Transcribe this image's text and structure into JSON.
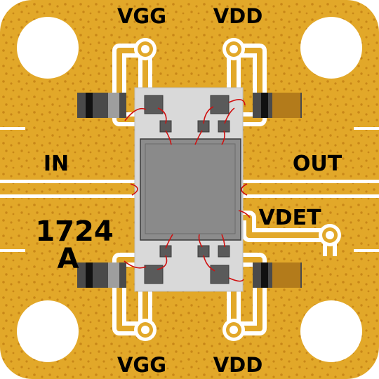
{
  "labels": {
    "vgg_top": "VGG",
    "vdd_top": "VDD",
    "vgg_bottom": "VGG",
    "vdd_bottom": "VDD",
    "in": "IN",
    "out": "OUT",
    "vdet": "VDET",
    "part_number": "1724",
    "revision": "A"
  },
  "colors": {
    "gold": "#E2A829",
    "dot": "#C88718",
    "trace": "#FFFFFF",
    "carrier": "#D9D9D9",
    "die": "#8C8C8C",
    "pad": "#5A5A5A",
    "wire": "#D01010",
    "capacitor": "#4A4A4A"
  }
}
